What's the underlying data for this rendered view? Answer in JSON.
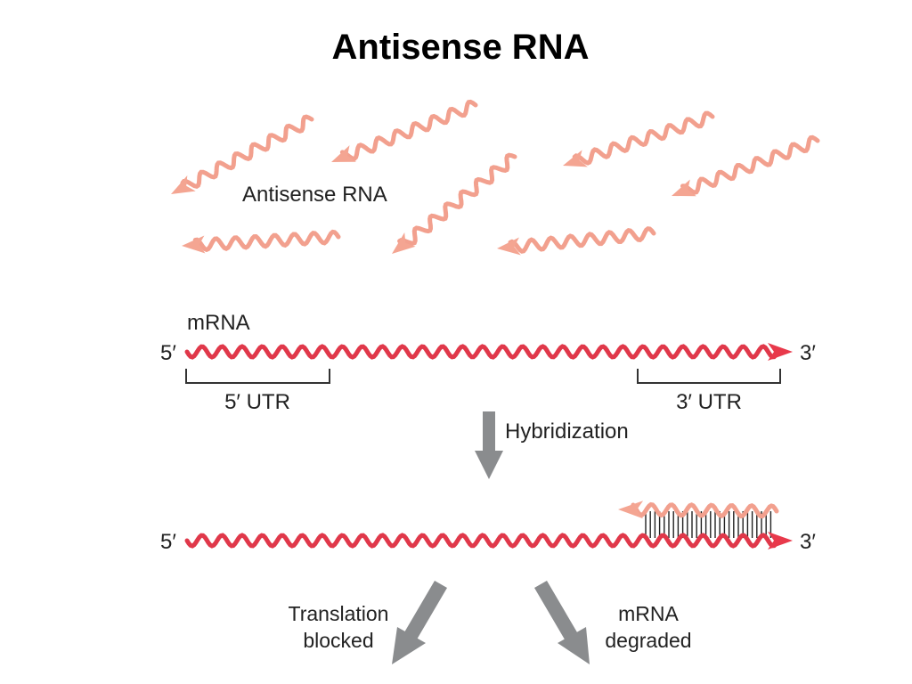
{
  "title": "Antisense RNA",
  "labels": {
    "antisense_rna": "Antisense RNA",
    "mrna": "mRNA",
    "five_prime": "5′",
    "three_prime": "3′",
    "utr5": "5′ UTR",
    "utr3": "3′ UTR",
    "hybridization": "Hybridization",
    "translation_blocked_line1": "Translation",
    "translation_blocked_line2": "blocked",
    "mrna_degraded_line1": "mRNA",
    "mrna_degraded_line2": "degraded"
  },
  "colors": {
    "antisense": "#f2a08e",
    "antisense_head": "#f4a592",
    "mrna": "#e0384a",
    "mrna_head": "#e8394b",
    "arrow_gray": "#8a8c8e",
    "bracket": "#333333"
  }
}
